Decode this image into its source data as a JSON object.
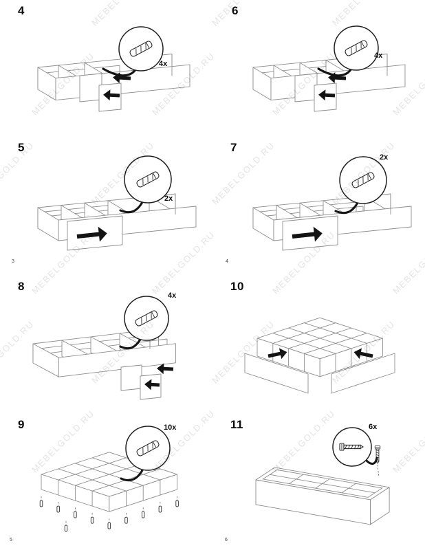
{
  "watermark": "MEBELGOLD.RU",
  "icons": {
    "dowel": "dowel-pin-icon",
    "screw": "screw-icon"
  },
  "pages": [
    {
      "page_number": "3",
      "steps": [
        {
          "number": "4",
          "hardware_qty": "4x",
          "hardware": "dowel"
        },
        {
          "number": "5",
          "hardware_qty": "2x",
          "hardware": "dowel"
        }
      ]
    },
    {
      "page_number": "4",
      "steps": [
        {
          "number": "6",
          "hardware_qty": "4x",
          "hardware": "dowel"
        },
        {
          "number": "7",
          "hardware_qty": "2x",
          "hardware": "dowel"
        }
      ]
    },
    {
      "page_number": "5",
      "steps": [
        {
          "number": "8",
          "hardware_qty": "4x",
          "hardware": "dowel"
        },
        {
          "number": "9",
          "hardware_qty": "10x",
          "hardware": "dowel"
        }
      ]
    },
    {
      "page_number": "6",
      "steps": [
        {
          "number": "10"
        },
        {
          "number": "11",
          "hardware_qty": "6x",
          "hardware": "screw"
        }
      ]
    }
  ]
}
